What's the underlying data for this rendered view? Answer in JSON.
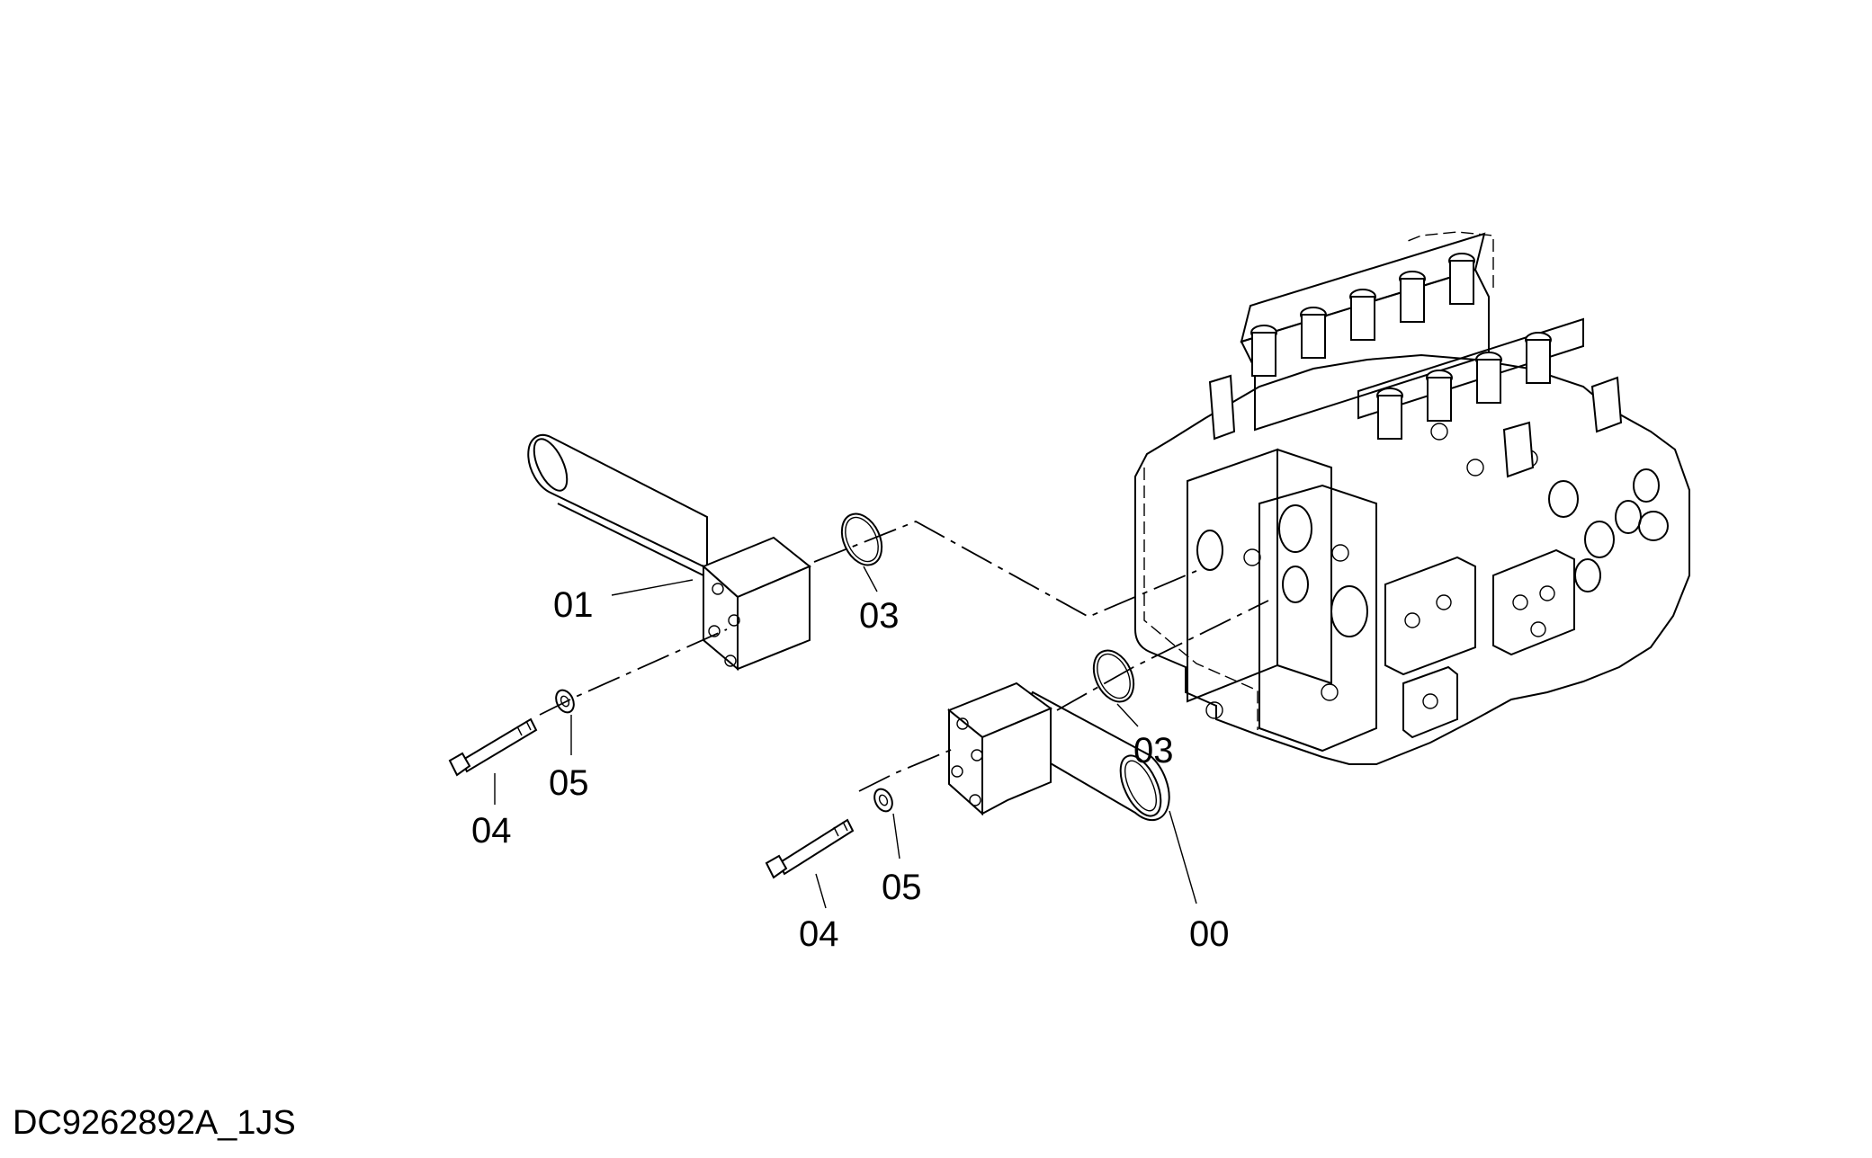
{
  "drawing": {
    "id": "DC9262892A_1JS"
  },
  "callouts": {
    "pipe_upper": "01",
    "pipe_lower": "00",
    "oring_upper": "03",
    "oring_lower": "03",
    "bolt_upper": "04",
    "bolt_lower": "04",
    "washer_upper": "05",
    "washer_lower": "05"
  }
}
